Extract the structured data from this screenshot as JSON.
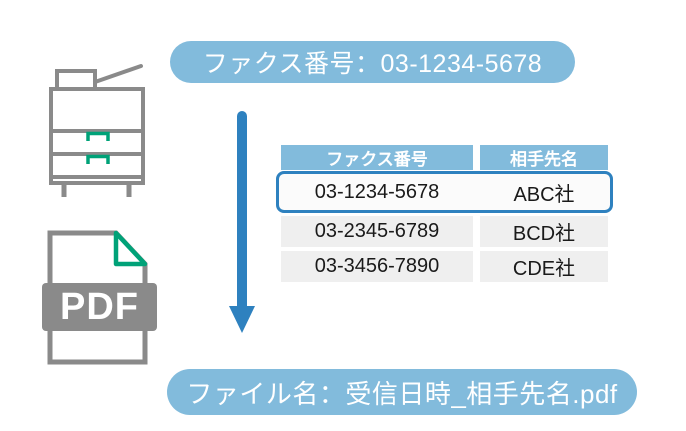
{
  "colors": {
    "accent_blue": "#82BBDC",
    "strong_blue": "#2E81BF",
    "green": "#00A278",
    "icon_gray": "#8A8A8A",
    "row_gray": "#EFEFEF",
    "text_dark": "#1A1A1A"
  },
  "icons": {
    "fax_machine": "fax-machine-icon",
    "pdf_file": "pdf-file-icon",
    "down_arrow": "down-arrow-icon"
  },
  "top_banner": {
    "label": "ファクス番号：03-1234-5678"
  },
  "bottom_banner": {
    "label": "ファイル名：受信日時_相手先名.pdf"
  },
  "pdf_icon": {
    "label": "PDF"
  },
  "table": {
    "headers": [
      "ファクス番号",
      "相手先名"
    ],
    "rows": [
      {
        "fax_number": "03-1234-5678",
        "recipient": "ABC社",
        "highlighted": true
      },
      {
        "fax_number": "03-2345-6789",
        "recipient": "BCD社",
        "highlighted": false
      },
      {
        "fax_number": "03-3456-7890",
        "recipient": "CDE社",
        "highlighted": false
      }
    ]
  }
}
